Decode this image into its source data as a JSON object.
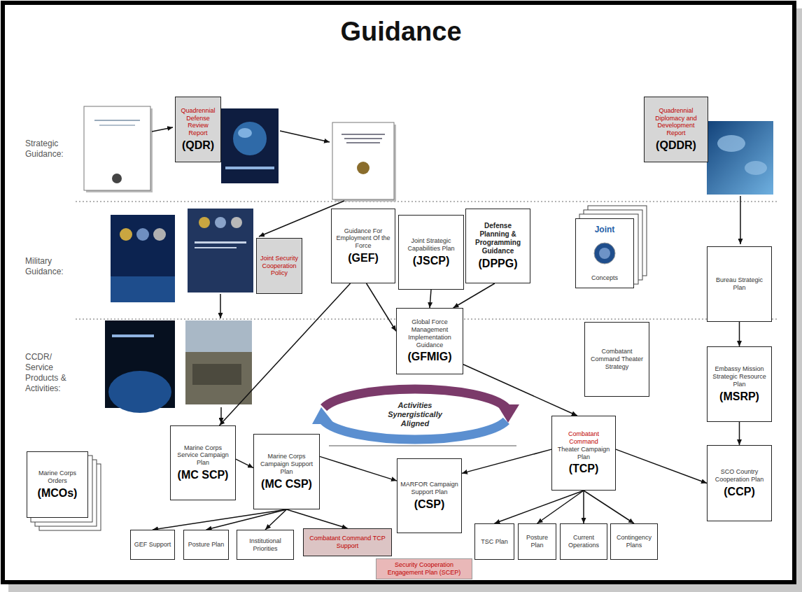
{
  "diagram": {
    "title": "Guidance",
    "nodes": [
      {
        "text": [
          "Quadrennial Defense Review Report",
          "(QDR)"
        ]
      },
      {
        "text": [
          "Quadrennial Diplomacy and Development Report",
          "(QDDR)"
        ]
      },
      {
        "text": [
          "Joint Security Cooperation Policy"
        ]
      },
      {
        "text": [
          "Guidance For Employment Of the Force",
          "(GEF)"
        ]
      },
      {
        "text": [
          "Joint Strategic Capabilities Plan",
          "(JSCP)"
        ]
      },
      {
        "text": [
          "Defense Planning & Programming Guidance",
          "(DPPG)"
        ]
      },
      {
        "text": [
          "Joint",
          "Concepts"
        ]
      },
      {
        "text": [
          "Bureau Strategic Plan"
        ]
      },
      {
        "text": [
          "Global Force Management Implementation Guidance",
          "(GFMIG)"
        ]
      },
      {
        "text": [
          "Combatant Command Theater Strategy"
        ]
      },
      {
        "text": [
          "Embassy Mission Strategic Resource Plan",
          "(MSRP)"
        ]
      },
      {
        "text": [
          "Activities Synergistically Aligned"
        ]
      },
      {
        "text": [
          "Marine Corps Orders",
          "(MCOs)"
        ]
      },
      {
        "text": [
          "Marine Corps Service Campaign Plan",
          "(MC SCP)"
        ]
      },
      {
        "text": [
          "Marine Corps Campaign Support Plan",
          "(MC CSP)"
        ]
      },
      {
        "text": [
          "Combatant Command",
          "Theater Campaign Plan",
          "(TCP)"
        ]
      },
      {
        "text": [
          "MARFOR Campaign Support Plan",
          "(CSP)"
        ]
      },
      {
        "text": [
          "SCO Country Cooperation Plan",
          "(CCP)"
        ]
      },
      {
        "text": [
          "GEF Support"
        ]
      },
      {
        "text": [
          "Posture Plan"
        ]
      },
      {
        "text": [
          "Institutional Priorities"
        ]
      },
      {
        "text": [
          "Combatant Command TCP Support"
        ]
      },
      {
        "text": [
          "TSC Plan"
        ]
      },
      {
        "text": [
          "Posture Plan"
        ]
      },
      {
        "text": [
          "Current Operations"
        ]
      },
      {
        "text": [
          "Contingency Plans"
        ]
      },
      {
        "text": [
          "Security Cooperation Engagement Plan (SCEP)"
        ]
      }
    ],
    "edges": [
      {
        "from": 3,
        "to": 8,
        "arrow": "to"
      },
      {
        "from": 4,
        "to": 8,
        "arrow": "to"
      },
      {
        "from": 5,
        "to": 8,
        "arrow": "to"
      },
      {
        "from": 3,
        "to": 13,
        "arrow": "to"
      },
      {
        "from": 8,
        "to": 15,
        "arrow": "to"
      },
      {
        "from": 7,
        "to": 10,
        "arrow": "to"
      },
      {
        "from": 10,
        "to": 17,
        "arrow": "to"
      },
      {
        "from": 13,
        "to": 14,
        "arrow": "to"
      },
      {
        "from": 14,
        "to": 16,
        "arrow": "to"
      },
      {
        "from": 14,
        "to": 18,
        "arrow": "to"
      },
      {
        "from": 14,
        "to": 19,
        "arrow": "to"
      },
      {
        "from": 14,
        "to": 20,
        "arrow": "to"
      },
      {
        "from": 14,
        "to": 21,
        "arrow": "to"
      },
      {
        "from": 15,
        "to": 16,
        "arrow": "to"
      },
      {
        "from": 15,
        "to": 17,
        "arrow": "to"
      },
      {
        "from": 15,
        "to": 22,
        "arrow": "to"
      },
      {
        "from": 15,
        "to": 23,
        "arrow": "to"
      },
      {
        "from": 15,
        "to": 24,
        "arrow": "to"
      },
      {
        "from": 15,
        "to": 25,
        "arrow": "to"
      }
    ],
    "labels": [
      "Strategic Guidance:",
      "Military Guidance:",
      "CCDR/ Service Products & Activities:"
    ]
  }
}
